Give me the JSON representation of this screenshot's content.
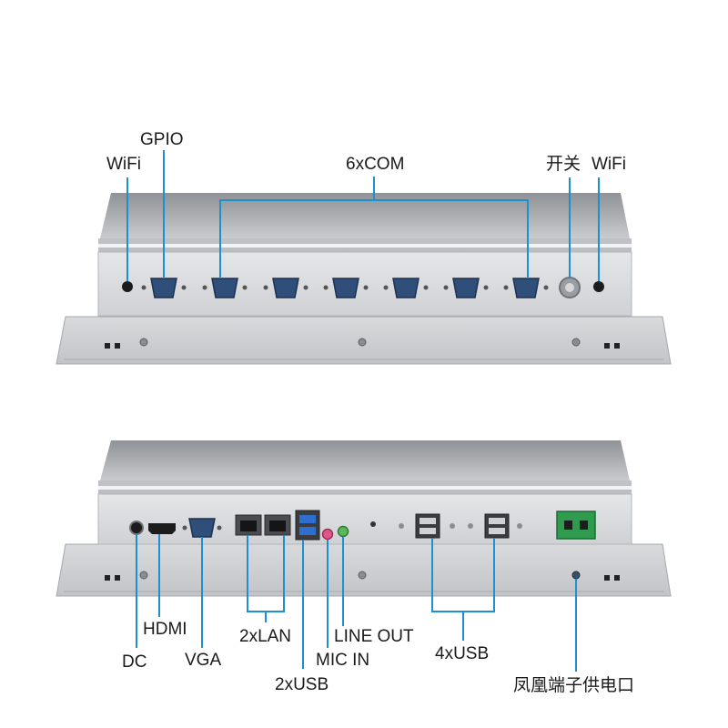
{
  "top_panel": {
    "labels": {
      "wifi_left": "WiFi",
      "gpio": "GPIO",
      "com": "6xCOM",
      "switch": "开关",
      "wifi_right": "WiFi"
    }
  },
  "bottom_panel": {
    "labels": {
      "dc": "DC",
      "hdmi": "HDMI",
      "vga": "VGA",
      "lan": "2xLAN",
      "usb2": "2xUSB",
      "mic_in": "MIC IN",
      "line_out": "LINE OUT",
      "usb4": "4xUSB",
      "terminal_power": "凤凰端子供电口"
    }
  },
  "colors": {
    "callout_line": "#1e8fd0",
    "chassis": "#d5d7d9",
    "terminal_block": "#2f9b4e",
    "mic_jack": "#e0568c",
    "line_jack": "#5cb85c"
  }
}
